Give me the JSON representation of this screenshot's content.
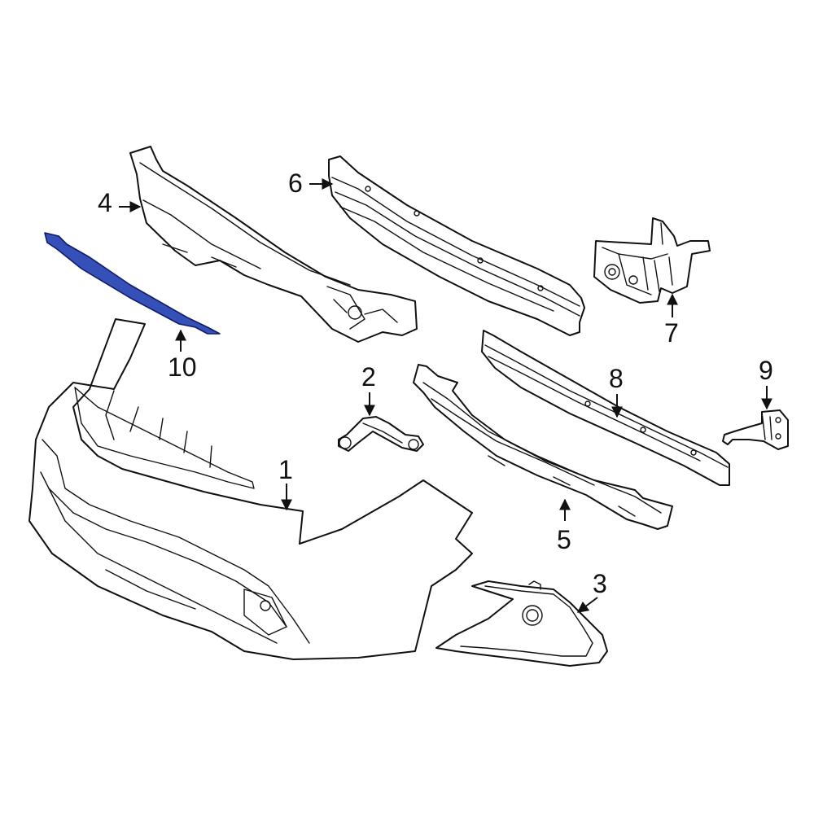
{
  "callouts": [
    {
      "id": "1",
      "label": "1"
    },
    {
      "id": "2",
      "label": "2"
    },
    {
      "id": "3",
      "label": "3"
    },
    {
      "id": "4",
      "label": "4"
    },
    {
      "id": "5",
      "label": "5"
    },
    {
      "id": "6",
      "label": "6"
    },
    {
      "id": "7",
      "label": "7"
    },
    {
      "id": "8",
      "label": "8"
    },
    {
      "id": "9",
      "label": "9"
    },
    {
      "id": "10",
      "label": "10"
    }
  ],
  "colors": {
    "highlight_fill": "#3550b8",
    "highlight_stroke": "#0f1d66",
    "line": "#111111",
    "background": "#ffffff"
  },
  "highlighted_part": "10"
}
